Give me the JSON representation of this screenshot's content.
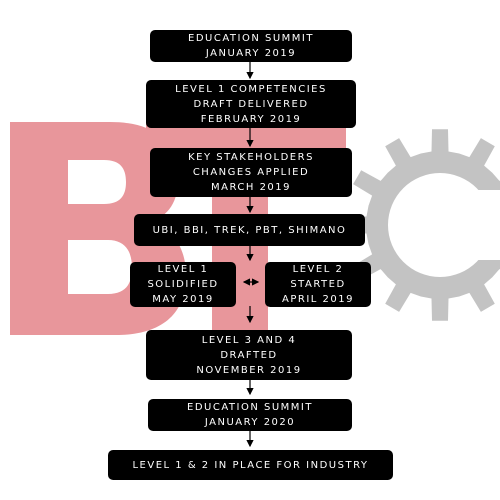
{
  "colors": {
    "logo_pink": "#e8969b",
    "gear_gray": "#c3c3c3",
    "box_fill": "#000000",
    "box_text": "#ffffff"
  },
  "background_logo": {
    "letters": "BT",
    "icon": "gear-icon"
  },
  "steps": {
    "summit_2019": [
      "EDUCATION SUMMIT",
      "JANUARY 2019"
    ],
    "level1_draft": [
      "LEVEL 1 COMPETENCIES",
      "DRAFT DELIVERED",
      "FEBRUARY 2019"
    ],
    "stakeholders": [
      "KEY STAKEHOLDERS",
      "CHANGES APPLIED",
      "MARCH 2019"
    ],
    "partners": [
      "UBI, BBI, TREK, PBT, SHIMANO"
    ],
    "level1_solidified": [
      "LEVEL 1",
      "SOLIDIFIED",
      "MAY 2019"
    ],
    "level2_started": [
      "LEVEL 2",
      "STARTED",
      "APRIL 2019"
    ],
    "level34": [
      "LEVEL 3 AND 4",
      "DRAFTED",
      "NOVEMBER 2019"
    ],
    "summit_2020": [
      "EDUCATION SUMMIT",
      "JANUARY 2020"
    ],
    "in_place": [
      "LEVEL 1 & 2 IN PLACE FOR INDUSTRY"
    ]
  }
}
